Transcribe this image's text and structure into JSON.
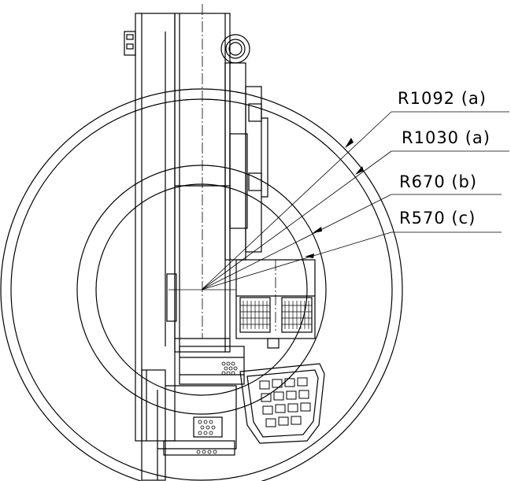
{
  "labels": {
    "r1092": "R1092 (a)",
    "r1030": "R1030 (a)",
    "r670": "R670 (b)",
    "r570": "R570 (c)"
  },
  "line_color": "#000000",
  "background": "#ffffff"
}
